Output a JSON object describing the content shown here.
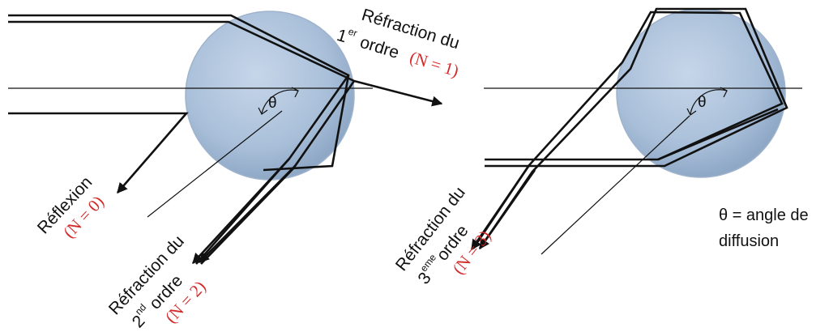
{
  "diagram": {
    "left_drop": {
      "theta_symbol": "θ"
    },
    "right_drop": {
      "theta_symbol": "θ"
    },
    "labels": {
      "order1": {
        "line1": "Réfraction du",
        "prefix": "1",
        "sup": "er",
        "word": "ordre",
        "n": "(N = 1)"
      },
      "order0": {
        "line1": "Réflexion",
        "n": "(N = 0)"
      },
      "order2": {
        "line1": "Réfraction du",
        "prefix": "2",
        "sup": "nd",
        "word": "ordre",
        "n": "(N = 2)"
      },
      "order3": {
        "line1": "Réfraction du",
        "prefix": "3",
        "sup": "eme",
        "word": "ordre",
        "n": "(N = 3)"
      }
    },
    "legend": {
      "line1": "θ = angle de",
      "line2": "diffusion"
    }
  }
}
